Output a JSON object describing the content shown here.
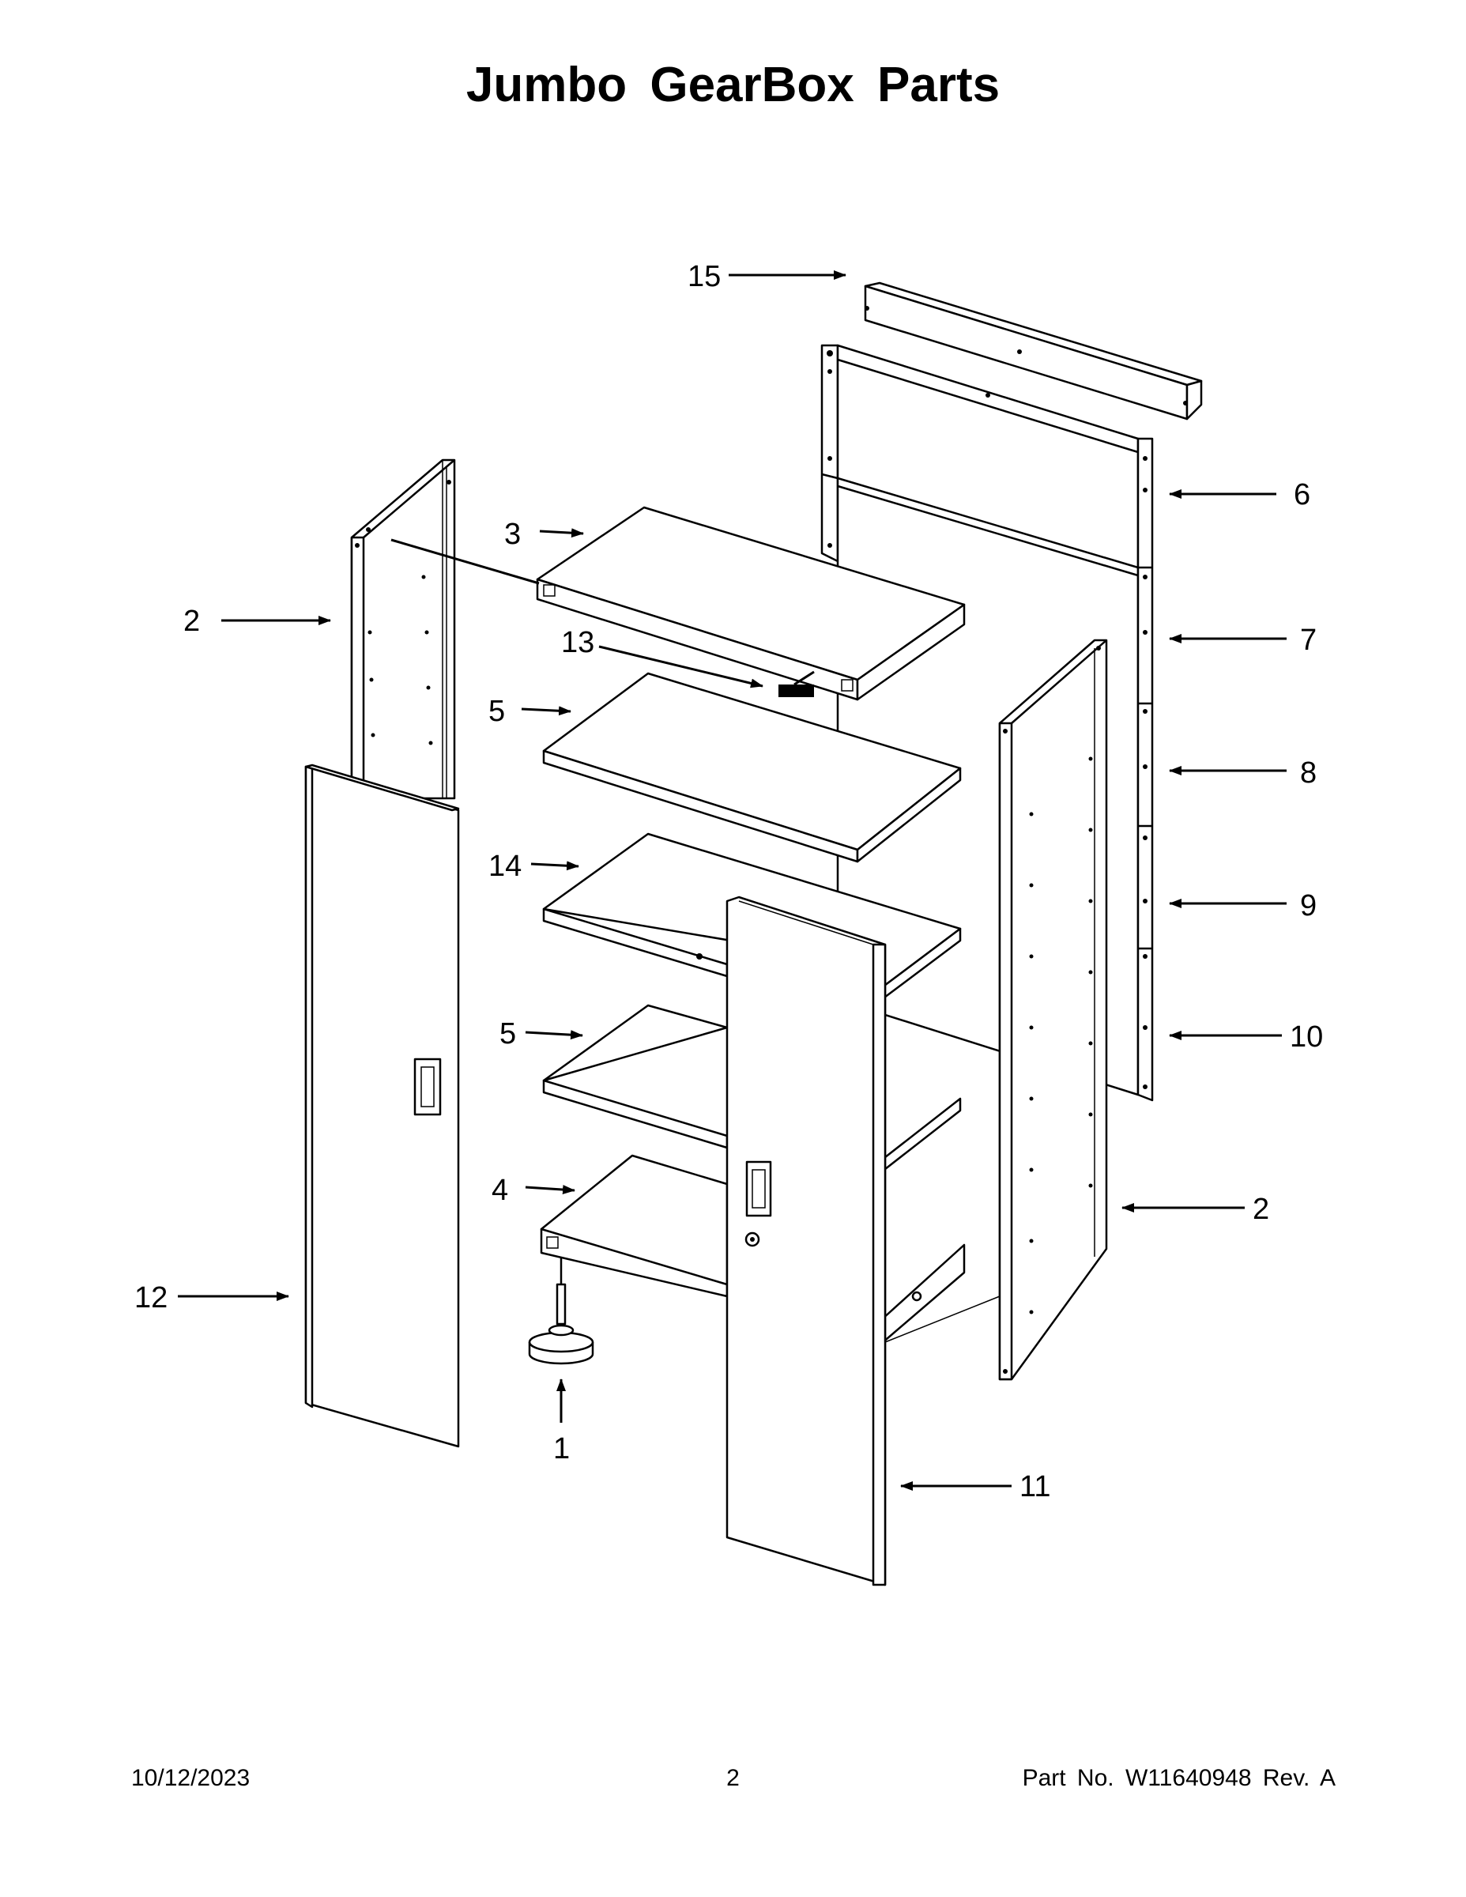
{
  "page": {
    "title": "Jumbo GearBox Parts",
    "footer_date": "10/12/2023",
    "footer_page": "2",
    "footer_part": "Part No.  W11640948  Rev.  A"
  },
  "callouts": [
    {
      "id": "c15",
      "label": "15"
    },
    {
      "id": "c6",
      "label": "6"
    },
    {
      "id": "c3",
      "label": "3"
    },
    {
      "id": "c2a",
      "label": "2"
    },
    {
      "id": "c13",
      "label": "13"
    },
    {
      "id": "c7",
      "label": "7"
    },
    {
      "id": "c5a",
      "label": "5"
    },
    {
      "id": "c8",
      "label": "8"
    },
    {
      "id": "c14",
      "label": "14"
    },
    {
      "id": "c9",
      "label": "9"
    },
    {
      "id": "c5b",
      "label": "5"
    },
    {
      "id": "c10",
      "label": "10"
    },
    {
      "id": "c4",
      "label": "4"
    },
    {
      "id": "c2b",
      "label": "2"
    },
    {
      "id": "c12",
      "label": "12"
    },
    {
      "id": "c1",
      "label": "1"
    },
    {
      "id": "c11",
      "label": "11"
    }
  ]
}
